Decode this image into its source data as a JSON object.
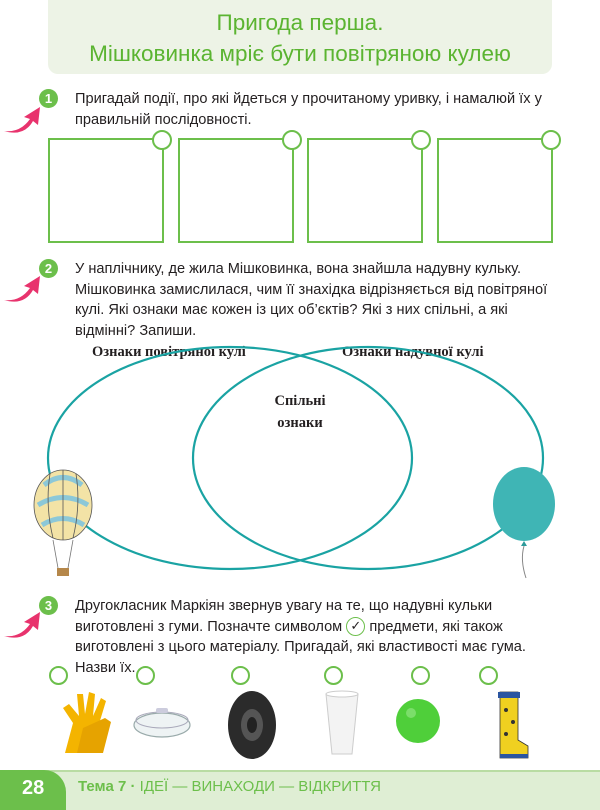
{
  "header": {
    "title_line1": "Пригода перша.",
    "title_line2": "Мішковинка мріє бути повітряною кулею"
  },
  "tasks": [
    {
      "number": "1",
      "text": "Пригадай події, про які йдеться у прочитаному уривку, і намалюй їх у правильній послідовності."
    },
    {
      "number": "2",
      "text": "У наплічнику, де жила Мішковинка, вона знайшла надувну кульку. Мішковинка замислилася, чим її знахідка відрізняється від повітряної кулі. Які ознаки має кожен із цих об’єктів? Які з них спільні, а які відмінні? Запиши."
    },
    {
      "number": "3",
      "text_before": "Другокласник Маркіян звернув увагу на те, що надувні кульки виготовлені з гуми. Позначте символом",
      "check_symbol": "✓",
      "text_after": "предмети, які також виготовлені з цього матеріалу. Пригадай, які властивості має гума. Назви їх."
    }
  ],
  "venn": {
    "left_label": "Ознаки повітряної кулі",
    "right_label": "Ознаки надувної кулі",
    "center_label_1": "Спільні",
    "center_label_2": "ознаки"
  },
  "items": [
    "rubber-gloves",
    "glass-dish",
    "tire",
    "plastic-cup",
    "rubber-ball",
    "rubber-boots"
  ],
  "footer": {
    "page": "28",
    "theme": "Тема 7",
    "separator": " · ",
    "topic": "ІДЕЇ — ВИНАХОДИ — ВІДКРИТТЯ"
  },
  "colors": {
    "green": "#6cbf4b",
    "teal": "#1aa3a3",
    "pink": "#e8336d"
  }
}
